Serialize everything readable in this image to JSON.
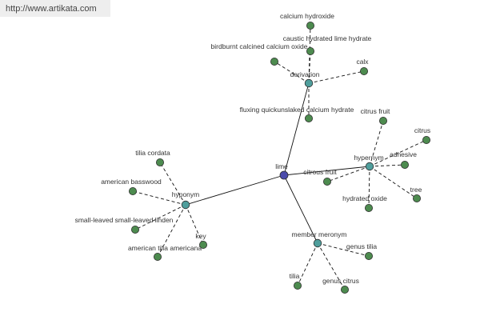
{
  "watermark": {
    "url": "http://www.artikata.com"
  },
  "colors": {
    "center_node": "#4b4bab",
    "category_node": "#4f9e9c",
    "leaf_node": "#4d8b4f",
    "node_stroke": "#2e2e2e",
    "edge": "#111111",
    "label": "#333333"
  },
  "graph": {
    "center": {
      "id": "lime",
      "label": "lime"
    },
    "categories": [
      {
        "id": "derivation",
        "label": "derivation"
      },
      {
        "id": "hypernym",
        "label": "hypernym"
      },
      {
        "id": "hyponym",
        "label": "hyponym"
      },
      {
        "id": "member_meronym",
        "label": "member meronym"
      }
    ],
    "leaves": [
      {
        "id": "calcium_hydroxide",
        "parent": "derivation",
        "label": "calcium hydroxide"
      },
      {
        "id": "caustic_hydrated_lime_hydrate",
        "parent": "derivation",
        "label": "caustic hydrated lime hydrate"
      },
      {
        "id": "birdburnt_calcined_calcium_oxide",
        "parent": "derivation",
        "label": "birdburnt calcined calcium oxide"
      },
      {
        "id": "calx",
        "parent": "derivation",
        "label": "calx"
      },
      {
        "id": "fluxing_quickunslaked_calcium_hydrate",
        "parent": "derivation",
        "label": "fluxing quickunslaked calcium hydrate"
      },
      {
        "id": "citrus_fruit",
        "parent": "hypernym",
        "label": "citrus fruit"
      },
      {
        "id": "citrus",
        "parent": "hypernym",
        "label": "citrus"
      },
      {
        "id": "adhesive",
        "parent": "hypernym",
        "label": "adhesive"
      },
      {
        "id": "citrous_fruit",
        "parent": "hypernym",
        "label": "citrous fruit"
      },
      {
        "id": "hydrated_oxide",
        "parent": "hypernym",
        "label": "hydrated oxide"
      },
      {
        "id": "tree",
        "parent": "hypernym",
        "label": "tree"
      },
      {
        "id": "tilia_cordata",
        "parent": "hyponym",
        "label": "tilia cordata"
      },
      {
        "id": "american_basswood",
        "parent": "hyponym",
        "label": "american basswood"
      },
      {
        "id": "small_leaved_linden",
        "parent": "hyponym",
        "label": "small-leaved small-leaved linden"
      },
      {
        "id": "american_tilia_americana",
        "parent": "hyponym",
        "label": "american tilia americana"
      },
      {
        "id": "key",
        "parent": "hyponym",
        "label": "key"
      },
      {
        "id": "genus_tilia",
        "parent": "member_meronym",
        "label": "genus tilia"
      },
      {
        "id": "tilia",
        "parent": "member_meronym",
        "label": "tilia"
      },
      {
        "id": "genus_citrus",
        "parent": "member_meronym",
        "label": "genus citrus"
      }
    ]
  }
}
